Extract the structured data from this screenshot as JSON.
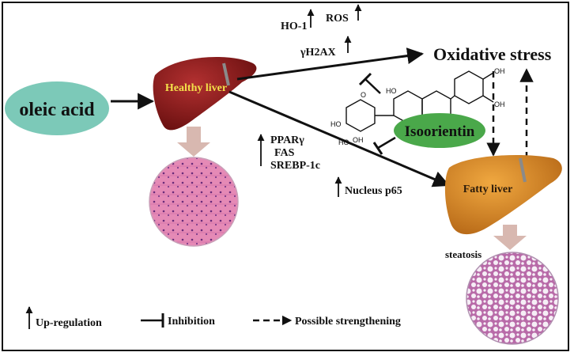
{
  "nodes": {
    "oleic_acid": "oleic acid",
    "healthy_liver": "Healthy liver",
    "oxidative_stress": "Oxidative stress",
    "isoorientin": "Isoorientin",
    "fatty_liver": "Fatty liver",
    "steatosis": "steatosis"
  },
  "markers": {
    "oxidative": [
      "HO-1",
      "ROS",
      "γH2AX"
    ],
    "lipogenic": [
      "PPARγ",
      "FAS",
      "SREBP-1c"
    ],
    "nfkb": "Nucleus p65"
  },
  "legend": {
    "upregulation": "Up-regulation",
    "inhibition": "Inhibition",
    "strengthening": "Possible strengthening"
  },
  "colors": {
    "oleic_fill": "#7cc9b8",
    "isoorientin_fill": "#4aa84a",
    "healthy_liver": "#8b1a1a",
    "fatty_liver": "#d98c2a",
    "healthy_liver_label": "#f4e04a",
    "fatty_liver_label": "#2a1a0a",
    "healthy_tissue": "#d86aa0",
    "steatosis_tissue": "#c880b8",
    "down_arrow": "#d8b8b0"
  }
}
